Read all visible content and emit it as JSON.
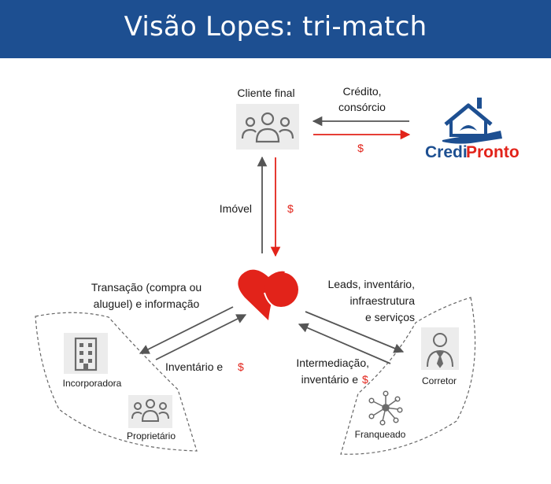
{
  "header": {
    "title": "Visão Lopes: tri-match"
  },
  "nodes": {
    "cliente": "Cliente final",
    "incorporadora": "Incorporadora",
    "proprietario": "Proprietário",
    "corretor": "Corretor",
    "franqueado": "Franqueado"
  },
  "logo": {
    "text_part1": "Credi",
    "text_part2": "Pronto"
  },
  "edges": {
    "credito_line1": "Crédito,",
    "credito_line2": "consórcio",
    "dollar_credi": "$",
    "imovel": "Imóvel",
    "dollar_cliente": "$",
    "transacao_line1": "Transação (compra ou",
    "transacao_line2": "aluguel) e informação",
    "inventario_left_text": "Inventário e",
    "inventario_left_dollar": "$",
    "leads_line1": "Leads, inventário,",
    "leads_line2": "infraestrutura",
    "leads_line3": "e serviços",
    "intermed_line1": "Intermediação,",
    "intermed_line2_text": "inventário e",
    "intermed_line2_dollar": "$"
  },
  "colors": {
    "banner": "#1d4f91",
    "accent": "#e2231a",
    "logo_blue": "#1d4f91",
    "arrow": "#555555",
    "icon_bg": "#ececec"
  }
}
